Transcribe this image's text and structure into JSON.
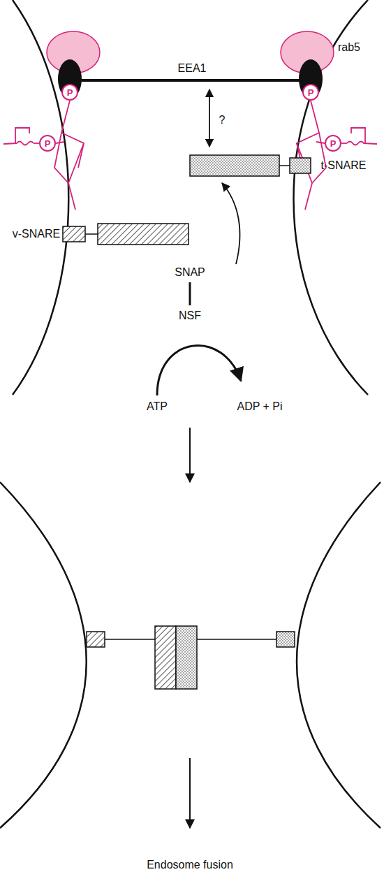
{
  "diagram": {
    "nodes": [
      {
        "text": [
          "P"
        ]
      },
      {
        "text": [
          "P"
        ]
      },
      {
        "text": [
          "P"
        ]
      },
      {
        "text": [
          "P"
        ]
      }
    ],
    "labels": [
      "EEA1",
      "rab5",
      "?",
      "t-SNARE",
      "v-SNARE",
      "SNAP",
      "NSF",
      "ATP",
      "ADP + Pi",
      "Endosome fusion"
    ]
  }
}
